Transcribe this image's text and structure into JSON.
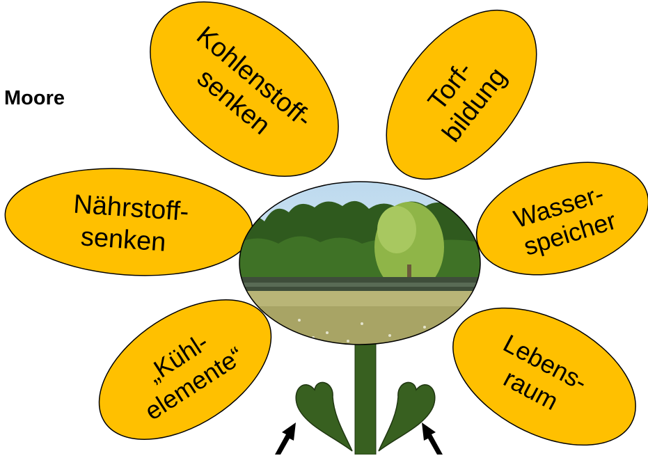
{
  "title": "Moore",
  "center_image": {
    "subject": "bog-lake-landscape"
  },
  "petals": [
    {
      "id": "kohlenstoff",
      "lines": [
        "Kohlenstoff-",
        "senken"
      ]
    },
    {
      "id": "torf",
      "lines": [
        "Torf-",
        "bildung"
      ]
    },
    {
      "id": "wasser",
      "lines": [
        "Wasser-",
        "speicher"
      ]
    },
    {
      "id": "lebensraum",
      "lines": [
        "Lebens-",
        "raum"
      ]
    },
    {
      "id": "kuehl",
      "lines": [
        "„Kühl-",
        "elemente“"
      ]
    },
    {
      "id": "naehrstoff",
      "lines": [
        "Nährstoff-",
        "senken"
      ]
    }
  ],
  "colors": {
    "petal_fill": "#FFC000",
    "petal_stroke": "#000000",
    "stem": "#386020",
    "leaf": "#386020",
    "arrow": "#000000"
  }
}
